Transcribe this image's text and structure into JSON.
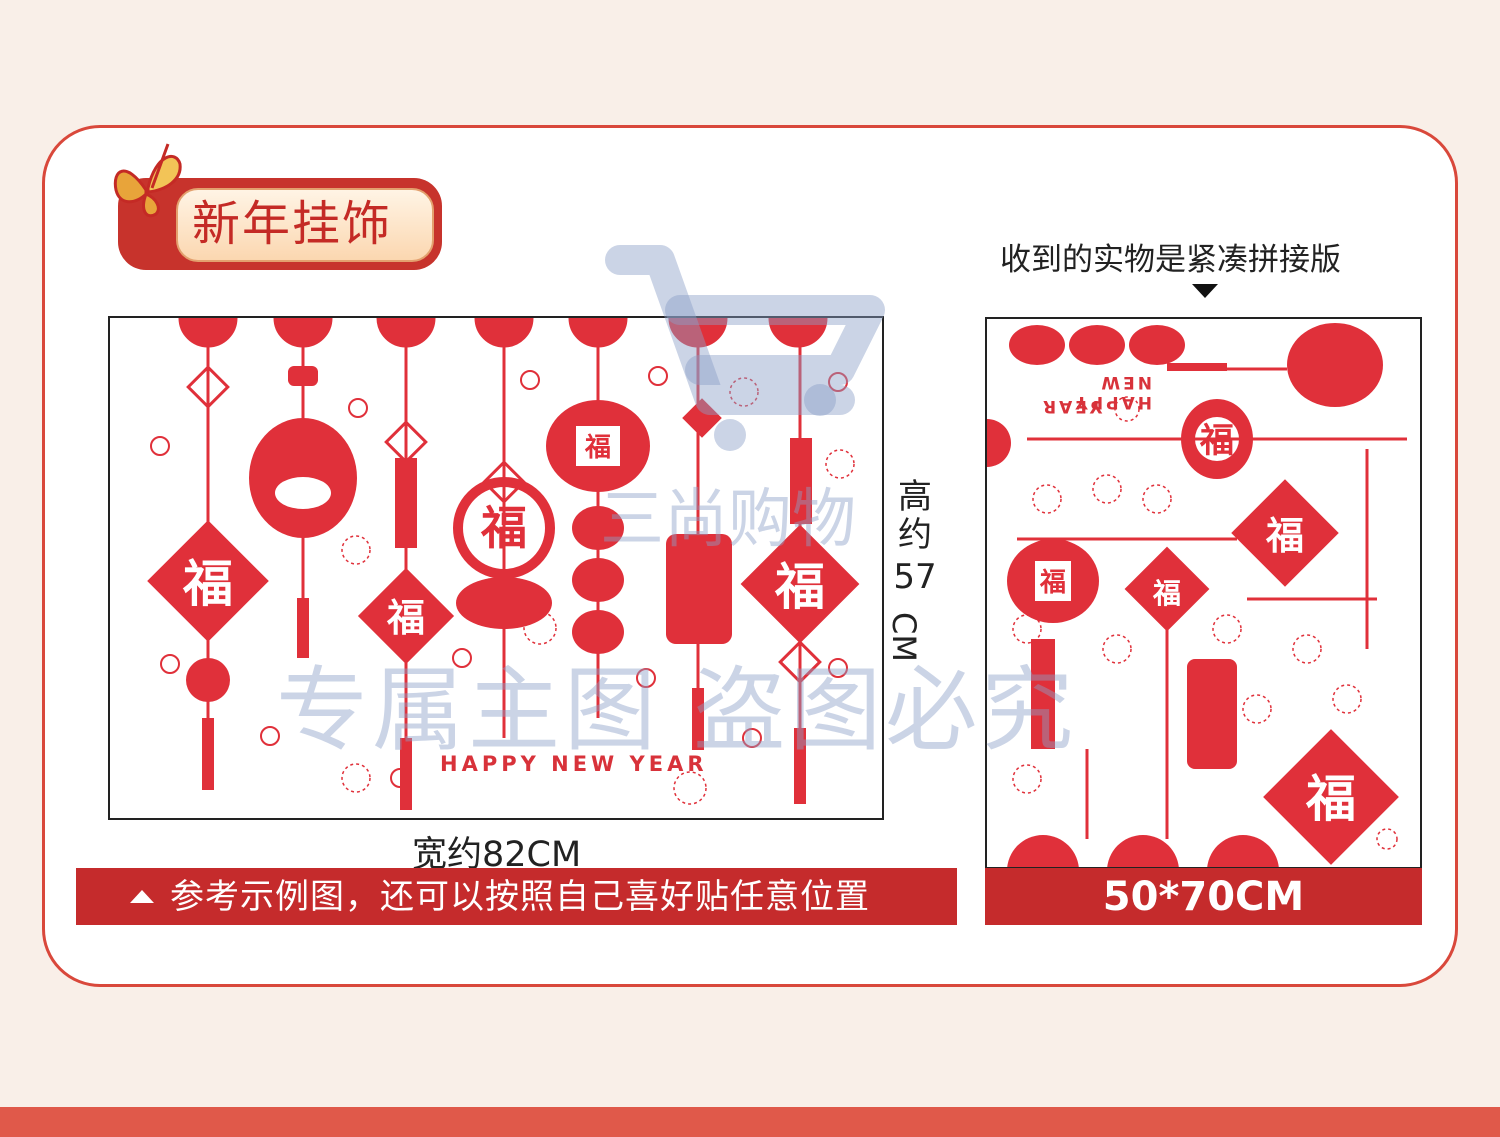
{
  "badge": {
    "title": "新年挂饰"
  },
  "captions": {
    "right_top": "收到的实物是紧凑拼接版",
    "height_label": "高约",
    "height_value": "57",
    "height_unit": "CM",
    "width_label": "宽约82CM"
  },
  "bars": {
    "left_note": "参考示例图，还可以按照自己喜好贴任意位置",
    "right_size": "50*70CM"
  },
  "decor_text": {
    "happy_new_year": "HAPPY NEW YEAR",
    "happy_new": "HAPPY NEW",
    "year": "YEAR",
    "fu": "福"
  },
  "watermarks": {
    "brand": "三尚购物",
    "notice": "专属主图  盗图必究"
  },
  "colors": {
    "accent": "#c52b2c",
    "decor_red": "#e0303a",
    "background": "#f9efe8",
    "card_border": "#d9483b"
  },
  "icons": [
    "butterfly-icon",
    "shopping-cart-watermark-icon",
    "triangle-up-icon",
    "triangle-down-icon"
  ]
}
